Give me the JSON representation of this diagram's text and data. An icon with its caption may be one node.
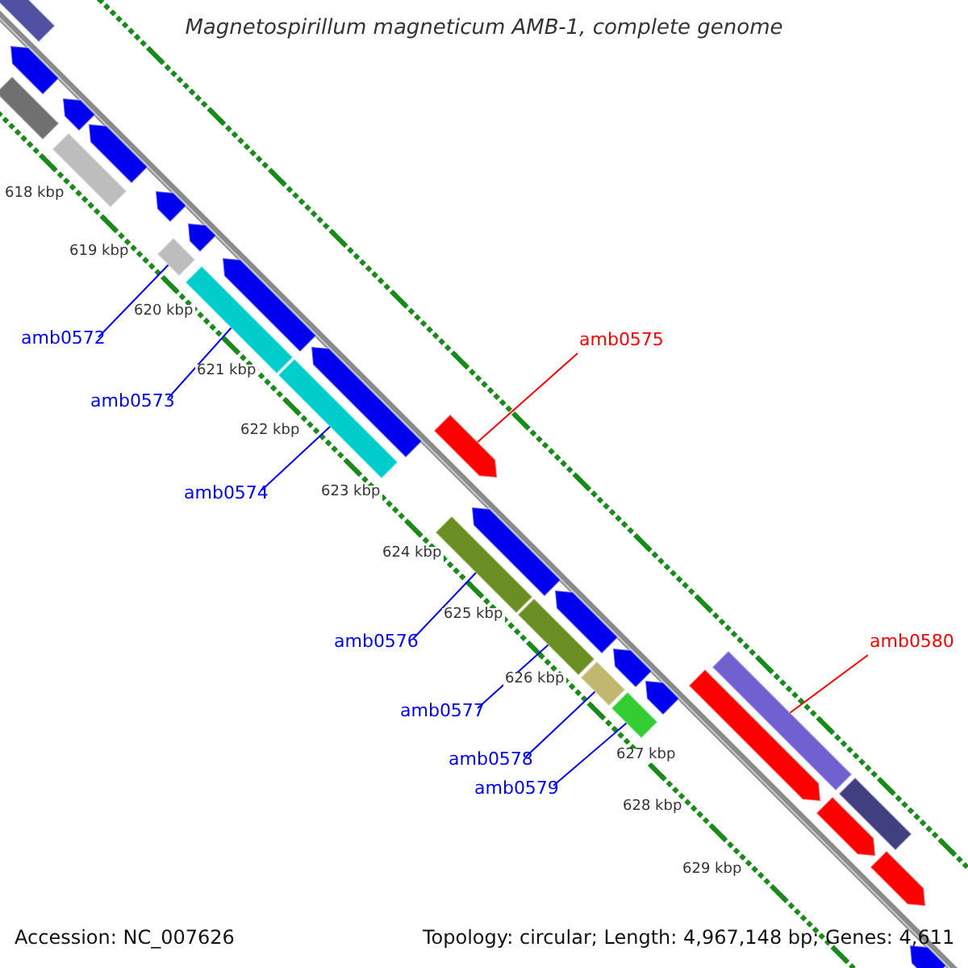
{
  "diagram": {
    "title": "Magnetospirillum magneticum AMB-1, complete genome",
    "nodes": [
      {
        "text": [
          "amb0572"
        ]
      },
      {
        "text": [
          "amb0573"
        ]
      },
      {
        "text": [
          "amb0574"
        ]
      },
      {
        "text": [
          "amb0575"
        ]
      },
      {
        "text": [
          "amb0576"
        ]
      },
      {
        "text": [
          "amb0577"
        ]
      },
      {
        "text": [
          "amb0578"
        ]
      },
      {
        "text": [
          "amb0579"
        ]
      },
      {
        "text": [
          "amb0580"
        ]
      }
    ],
    "edges": [
      {
        "from": 0,
        "to": null,
        "arrow": "none"
      },
      {
        "from": 1,
        "to": null,
        "arrow": "none"
      },
      {
        "from": 2,
        "to": null,
        "arrow": "none"
      },
      {
        "from": 3,
        "to": null,
        "arrow": "none",
        "color": "#ff0000"
      },
      {
        "from": 4,
        "to": null,
        "arrow": "none"
      },
      {
        "from": 5,
        "to": null,
        "arrow": "none"
      },
      {
        "from": 6,
        "to": null,
        "arrow": "none"
      },
      {
        "from": 7,
        "to": null,
        "arrow": "none"
      },
      {
        "from": 8,
        "to": null,
        "arrow": "none",
        "color": "#ff0000"
      }
    ],
    "labels": [
      "618 kbp",
      "619 kbp",
      "620 kbp",
      "621 kbp",
      "622 kbp",
      "623 kbp",
      "624 kbp",
      "625 kbp",
      "626 kbp",
      "627 kbp",
      "628 kbp",
      "629 kbp",
      "Accession: NC_007626",
      "Topology: circular; Length: 4,967,148 bp; Genes: 4,611"
    ]
  }
}
